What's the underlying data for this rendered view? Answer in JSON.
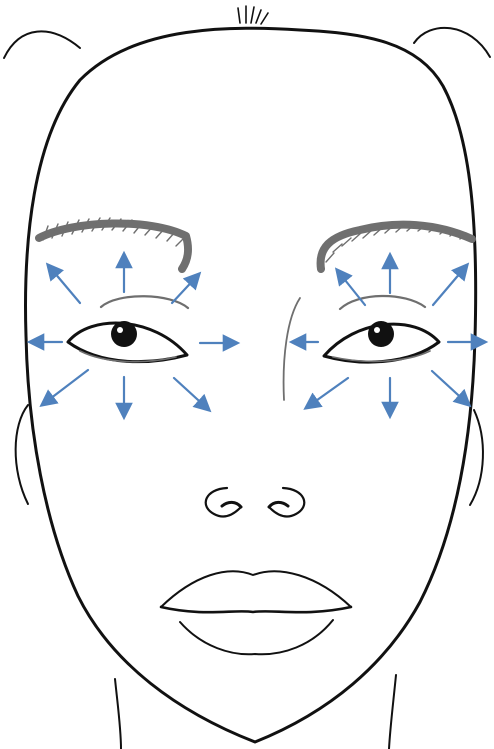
{
  "illustration": {
    "subject": "face-line-drawing",
    "line_color": "#111111",
    "arrow_color": "#4f81bd",
    "arrow_directions": [
      "up-left",
      "up",
      "up-right",
      "left",
      "right",
      "down-left",
      "down",
      "down-right"
    ],
    "arrow_groups": [
      "left-eye",
      "right-eye"
    ]
  }
}
